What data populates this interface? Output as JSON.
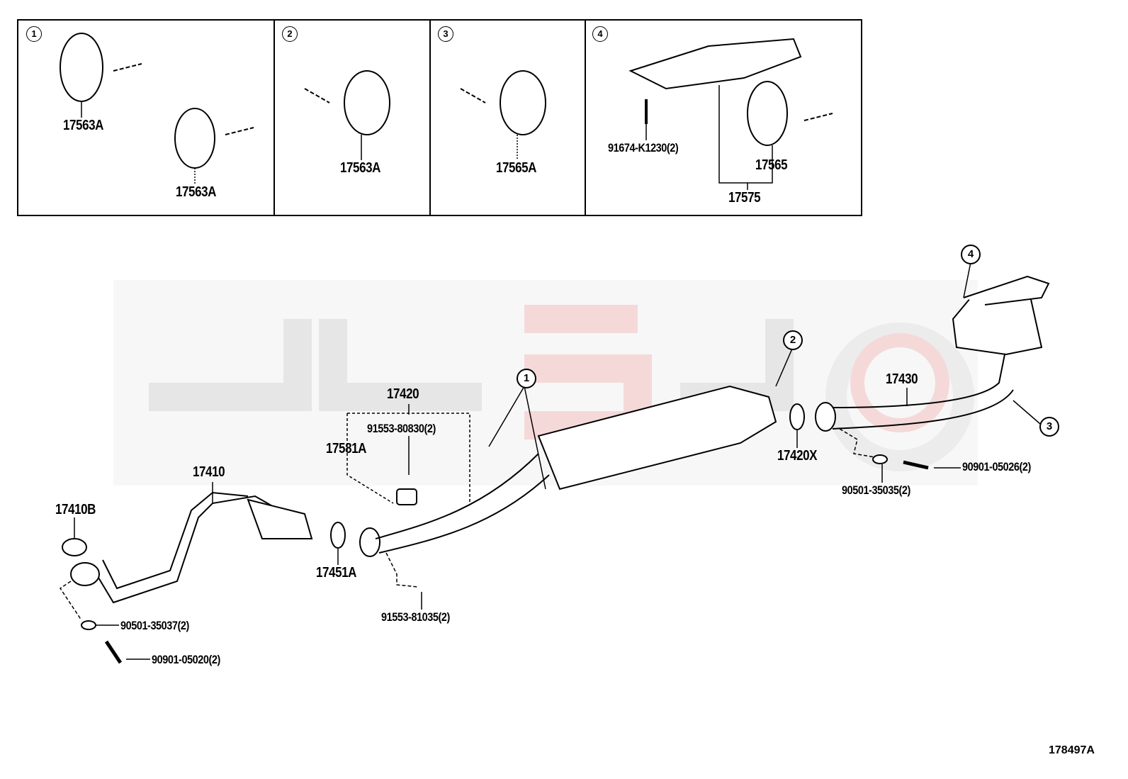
{
  "inset_panels": [
    {
      "callout": "1",
      "labels": [
        "17563A",
        "17563A"
      ]
    },
    {
      "callout": "2",
      "labels": [
        "17563A"
      ]
    },
    {
      "callout": "3",
      "labels": [
        "17565A"
      ]
    },
    {
      "callout": "4",
      "labels": [
        "91674-K1230(2)",
        "17565",
        "17575"
      ]
    }
  ],
  "main_callouts": [
    "1",
    "2",
    "3",
    "4"
  ],
  "parts": {
    "p17420": "17420",
    "p91553_80830": "91553-80830(2)",
    "p17581A": "17581A",
    "p17410": "17410",
    "p17410B": "17410B",
    "p17451A": "17451A",
    "p91553_81035": "91553-81035(2)",
    "p90501_35037": "90501-35037(2)",
    "p90901_05020": "90901-05020(2)",
    "p17430": "17430",
    "p17420X": "17420X",
    "p90501_35035": "90501-35035(2)",
    "p90901_05026": "90901-05026(2)"
  },
  "diagram_id": "178497A",
  "colors": {
    "line": "#000000",
    "watermark_gray": "#ececec",
    "watermark_red": "#f6dede"
  }
}
